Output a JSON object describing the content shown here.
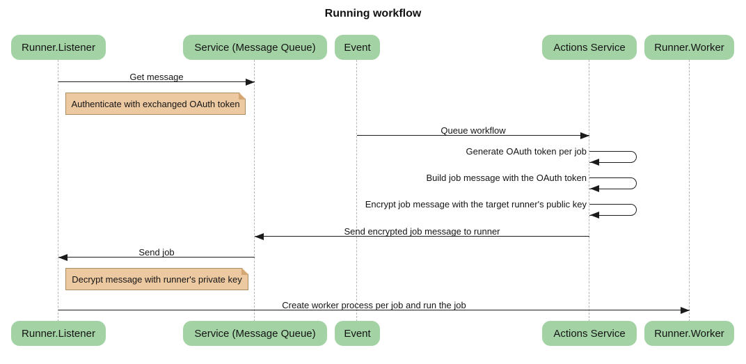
{
  "title": "Running workflow",
  "participants": [
    {
      "id": "runner-listener",
      "label": "Runner.Listener"
    },
    {
      "id": "service-message-queue",
      "label": "Service (Message Queue)"
    },
    {
      "id": "event",
      "label": "Event"
    },
    {
      "id": "actions-service",
      "label": "Actions Service"
    },
    {
      "id": "runner-worker",
      "label": "Runner.Worker"
    }
  ],
  "messages": [
    {
      "label": "Get message",
      "from": "Runner.Listener",
      "to": "Service (Message Queue)",
      "type": "solid-arrow"
    },
    {
      "label": "Queue workflow",
      "from": "Event",
      "to": "Actions Service",
      "type": "solid-arrow"
    },
    {
      "label": "Generate OAuth token per job",
      "from": "Actions Service",
      "to": "Actions Service",
      "type": "self-loop"
    },
    {
      "label": "Build job message with the OAuth token",
      "from": "Actions Service",
      "to": "Actions Service",
      "type": "self-loop"
    },
    {
      "label": "Encrypt job message with the target runner's public key",
      "from": "Actions Service",
      "to": "Actions Service",
      "type": "self-loop"
    },
    {
      "label": "Send encrypted job message to runner",
      "from": "Actions Service",
      "to": "Service (Message Queue)",
      "type": "solid-arrow"
    },
    {
      "label": "Send job",
      "from": "Service (Message Queue)",
      "to": "Runner.Listener",
      "type": "solid-arrow"
    },
    {
      "label": "Create worker process per job and run the job",
      "from": "Runner.Listener",
      "to": "Runner.Worker",
      "type": "solid-arrow"
    }
  ],
  "notes": [
    {
      "label": "Authenticate with exchanged OAuth token",
      "anchor": "Runner.Listener"
    },
    {
      "label": "Decrypt message with runner's private key",
      "anchor": "Runner.Listener"
    }
  ],
  "colors": {
    "participant_fill": "#a3d3a4",
    "note_fill": "#edc9a2",
    "note_border": "#a98d61",
    "note_fold": "#d4a875",
    "lifeline": "#b5b5b5",
    "arrow": "#1b1b1b",
    "background": "#ffffff"
  }
}
